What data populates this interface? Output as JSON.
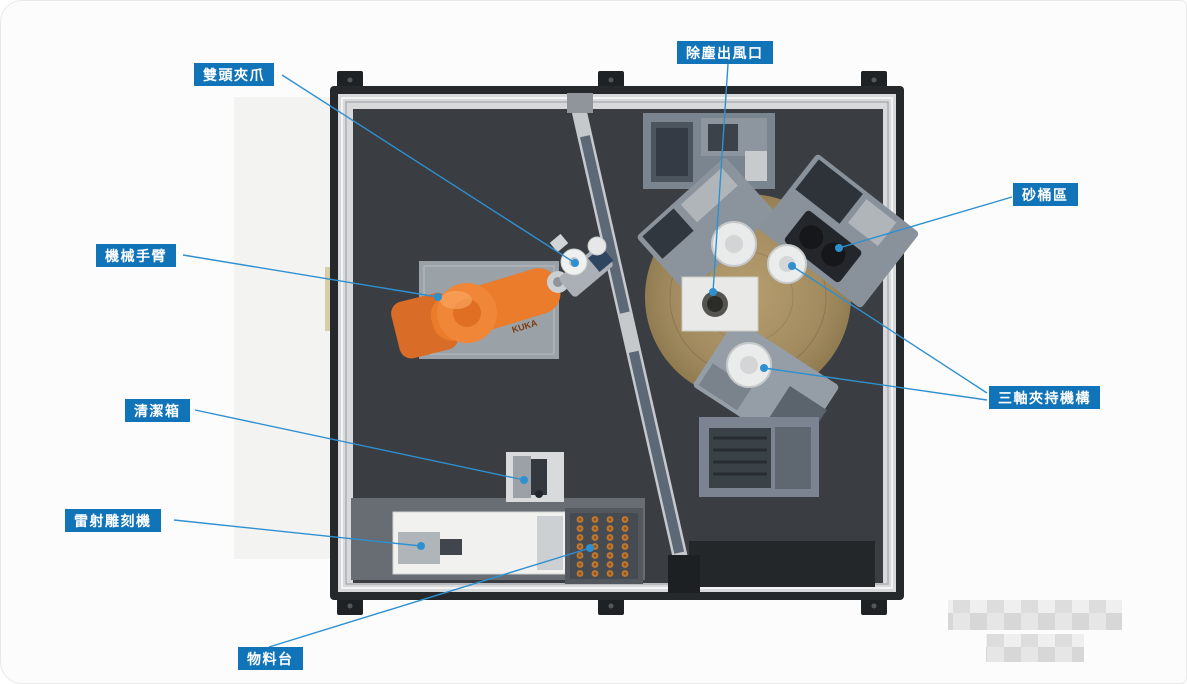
{
  "diagram": {
    "labels": [
      {
        "name": "double-head-gripper",
        "text": "雙頭夾爪"
      },
      {
        "name": "dust-outlet",
        "text": "除塵出風口"
      },
      {
        "name": "sand-bucket-area",
        "text": "砂桶區"
      },
      {
        "name": "robot-arm",
        "text": "機械手臂"
      },
      {
        "name": "three-axis-clamp",
        "text": "三軸夾持機構"
      },
      {
        "name": "cleaning-box",
        "text": "清潔箱"
      },
      {
        "name": "laser-engraver",
        "text": "雷射雕刻機"
      },
      {
        "name": "material-table",
        "text": "物料台"
      }
    ],
    "robot_brand": "KUKA",
    "colors": {
      "label_background": "#1173b8",
      "label_text": "#ffffff",
      "leader_line": "#2f90d0",
      "robot_orange": "#ea7c2b",
      "disc_tan": "#a38c5f",
      "floor_dark": "#3a3d41",
      "frame_aluminum": "#d6d8d9",
      "frame_dark": "#26292c"
    }
  }
}
